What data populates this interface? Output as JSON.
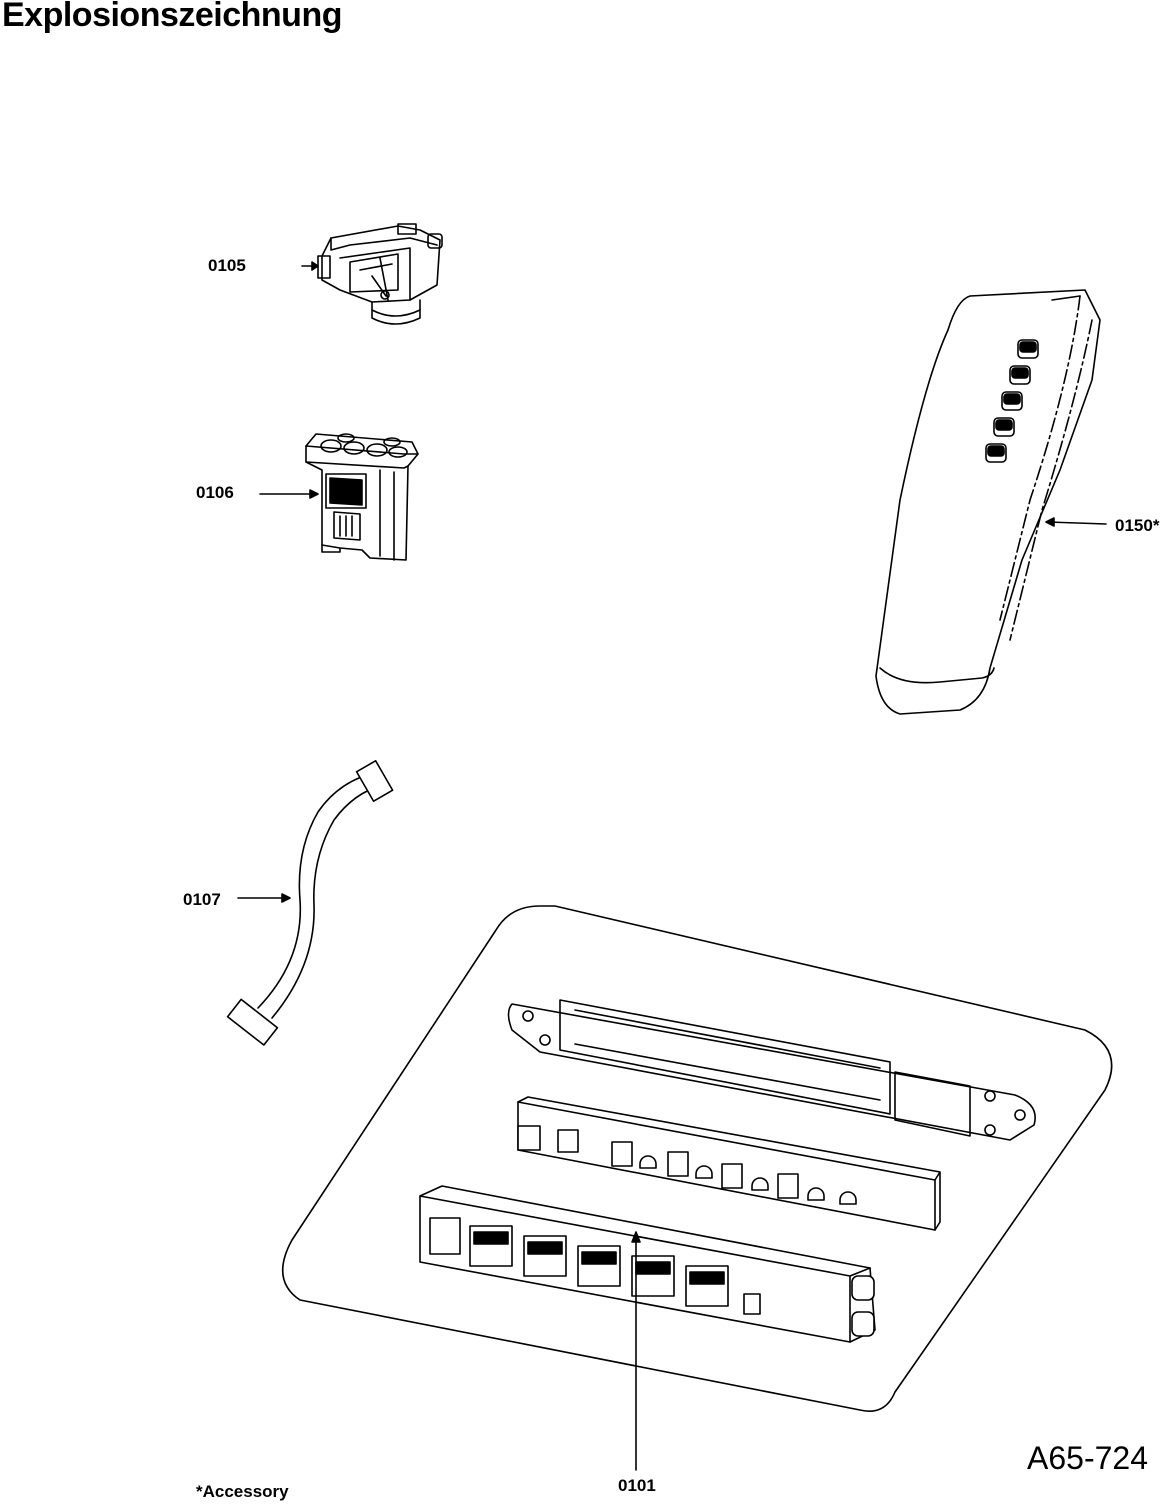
{
  "page": {
    "title": "Explosionszeichnung",
    "drawing_code": "A65-724",
    "footnote": "*Accessory"
  },
  "parts": [
    {
      "id": "0105",
      "depicts": "connector"
    },
    {
      "id": "0106",
      "depicts": "connector"
    },
    {
      "id": "0107",
      "depicts": "cable"
    },
    {
      "id": "0150*",
      "depicts": "remote-control"
    },
    {
      "id": "0101",
      "depicts": "control-module"
    }
  ]
}
